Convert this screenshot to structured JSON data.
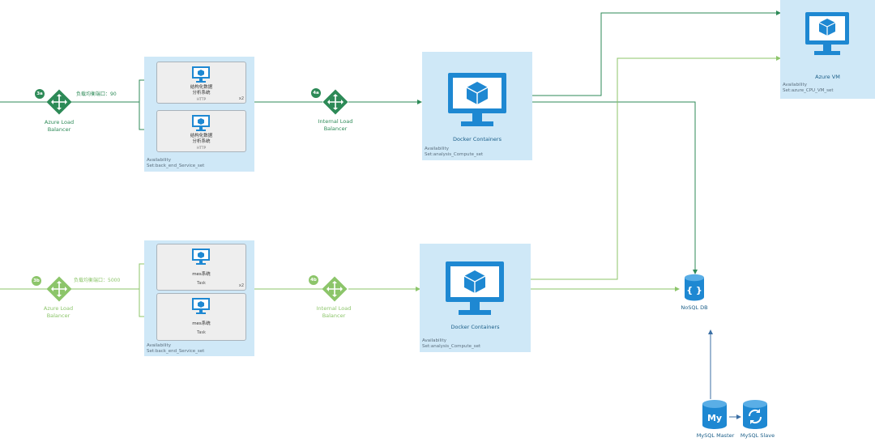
{
  "colors": {
    "dark_green": "#2d8a57",
    "light_green": "#8cc56a",
    "azure_blue": "#1e88d2",
    "panel": "#cfe8f7"
  },
  "top_row": {
    "lb_badge": "3a",
    "lb_label": "Azure Load\nBalancer",
    "edge_label": "负载均衡端口：90",
    "services": [
      {
        "name": "结构化数据\n分析系统",
        "protocol": "HTTP",
        "tag": "x2"
      },
      {
        "name": "结构化数据\n分析系统",
        "protocol": "HTTP",
        "tag": ""
      }
    ],
    "service_availability": "Availability\nSet:back_end_Service_set",
    "ilb_badge": "4a",
    "ilb_label": "Internal Load\nBalancer",
    "docker_label": "Docker Containers",
    "docker_availability": "Availability\nSet:analysis_Compute_set"
  },
  "bottom_row": {
    "lb_badge": "3b",
    "lb_label": "Azure Load\nBalancer",
    "edge_label": "负载均衡端口：5000",
    "services": [
      {
        "name": "mes系统",
        "protocol": "Task",
        "tag": "x2"
      },
      {
        "name": "mes系统",
        "protocol": "Task",
        "tag": ""
      }
    ],
    "service_availability": "Availability\nSet:back_end_Service_set",
    "ilb_badge": "4b",
    "ilb_label": "Internal Load\nBalancer",
    "docker_label": "Docker Containers",
    "docker_availability": "Availability\nSet:analysis_Compute_set"
  },
  "azure_vm": {
    "label": "Azure VM",
    "availability": "Availability\nSet:azure_CPU_VM_set"
  },
  "nosql": {
    "label": "NoSQL DB",
    "icon_text": "{ }"
  },
  "mysql_master": {
    "label": "MySQL Master",
    "icon_text": "My"
  },
  "mysql_slave": {
    "label": "MySQL Slave"
  }
}
